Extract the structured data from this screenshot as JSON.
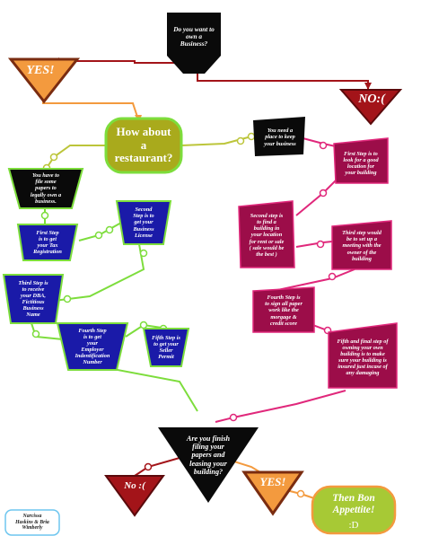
{
  "colors": {
    "black": "#0a0a0a",
    "orange": "#f39a3e",
    "dark_red": "#a31419",
    "olive": "#a9aa1c",
    "magenta": "#c8096b",
    "crimson_box": "#9c0d49",
    "navy": "#1a1aa8",
    "green_line": "#7ddd3c",
    "pink_line": "#e0287b",
    "olive_line": "#bcc53a",
    "light_blue_border": "#6ec6ef",
    "lime": "#a7c935"
  },
  "nodes": {
    "start": "Do you want to\nown a\nBusiness?",
    "yes_top": "YES!",
    "no_top": "NO:(",
    "restaurant": "How about\na\nrestaurant?",
    "place_keep": "You need a\nplace to keep\nyour business",
    "papers_left": "You have to\nfile some\npapers to\nlegally own a\nbusiness.",
    "first_tax": "First Step\nis to get\nyour Tax\nRegistration",
    "second_license": "Second\nStep is to\nget your\nBusiness\nLicense",
    "third_dba": "Third Step is\nto receive\nyour DBA,\nFictitious\nBusiness\nName",
    "fourth_ein": "Fourth Step\nis to get\nyour\nEmployer\nIndentification\nNumber",
    "fifth_seller": "Fifth Step is\nto get your\nSeller\nPermit",
    "first_location": "First Step is to\nlook for a good\nlocation for\nyour building",
    "second_find": "Second step is\nto find a\nbuilding in\nyour location\nfor rent or sale\n( sale would be\nthe best )",
    "third_meeting": "Third step would\nbe to set up a\nmeeting with the\nowner of the\nbuilding",
    "fourth_mortgage": "Fourth Step is\nto sign all paper\nwork like the\nmorgage &\ncredit score",
    "fifth_insured": "Fifth and final step of\nowning your own\nbuilding is to  make\nsure your building is\ninsured just incase of\nany damaging",
    "finish": "Are you finish\nfiling your\npapers and\nleasing your\nbuilding?",
    "no_bottom": "No :(",
    "yes_bottom": "YES!",
    "bon_appetit_line1": "Then Bon\nAppettite!",
    "bon_appetit_line2": ":D",
    "authors": "Narcissa\nHaskins & Bria\nWimberly"
  }
}
